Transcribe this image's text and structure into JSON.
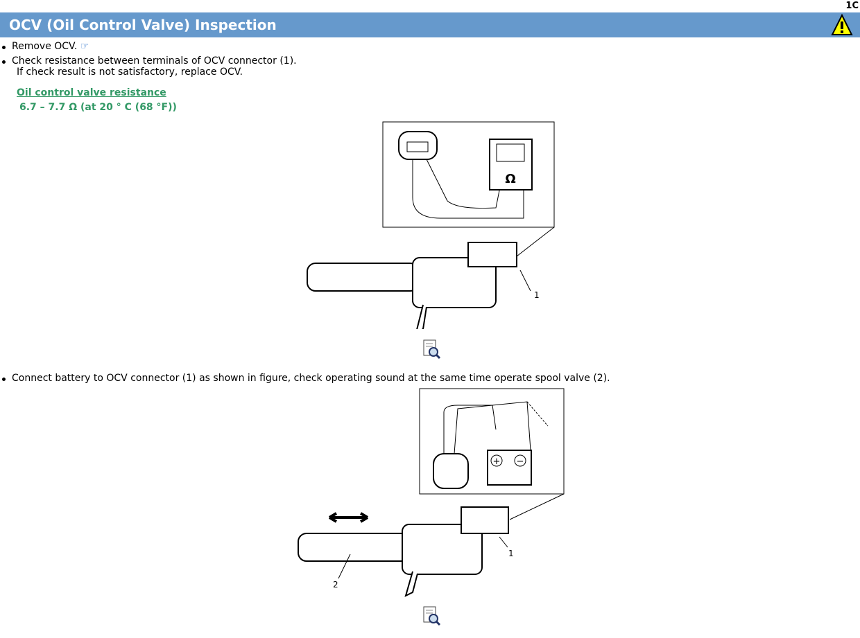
{
  "page_tag": "1C",
  "title": "OCV (Oil Control Valve) Inspection",
  "steps": [
    {
      "text": "Remove OCV."
    },
    {
      "text": "Check resistance between terminals of OCV connector (1).",
      "sub": "If check result is not satisfactory, replace OCV."
    },
    {
      "text": "Connect battery to OCV connector (1) as shown in figure, check operating sound at the same time operate spool valve (2)."
    }
  ],
  "spec": {
    "heading": "Oil control valve resistance",
    "value": "6.7 – 7.7 Ω (at 20 ° C (68 °F))"
  },
  "figure1": {
    "meter_symbol": "Ω",
    "callout_1": "1"
  },
  "figure2": {
    "plus": "+",
    "minus": "−",
    "callout_1": "1",
    "callout_2": "2"
  },
  "colors": {
    "header": "#6699cc",
    "spec": "#339966"
  }
}
